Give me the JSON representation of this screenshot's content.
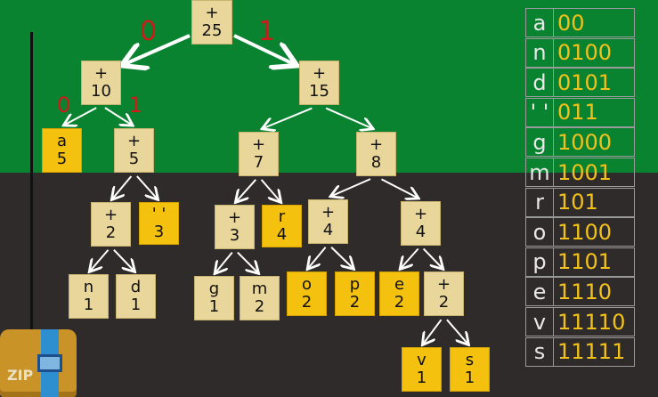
{
  "tree": {
    "nodes": [
      {
        "id": "root",
        "kind": "internal",
        "top": "+",
        "bottom": "25"
      },
      {
        "id": "n10",
        "kind": "internal",
        "top": "+",
        "bottom": "10"
      },
      {
        "id": "n15",
        "kind": "internal",
        "top": "+",
        "bottom": "15"
      },
      {
        "id": "a5",
        "kind": "leaf",
        "top": "a",
        "bottom": "5"
      },
      {
        "id": "n5",
        "kind": "internal",
        "top": "+",
        "bottom": "5"
      },
      {
        "id": "n7",
        "kind": "internal",
        "top": "+",
        "bottom": "7"
      },
      {
        "id": "n8",
        "kind": "internal",
        "top": "+",
        "bottom": "8"
      },
      {
        "id": "n2",
        "kind": "internal",
        "top": "+",
        "bottom": "2"
      },
      {
        "id": "sp3",
        "kind": "leaf",
        "top": "' '",
        "bottom": "3"
      },
      {
        "id": "n3",
        "kind": "internal",
        "top": "+",
        "bottom": "3"
      },
      {
        "id": "r4",
        "kind": "leaf",
        "top": "r",
        "bottom": "4"
      },
      {
        "id": "n4a",
        "kind": "internal",
        "top": "+",
        "bottom": "4"
      },
      {
        "id": "n4b",
        "kind": "internal",
        "top": "+",
        "bottom": "4"
      },
      {
        "id": "nn1",
        "kind": "internal",
        "top": "n",
        "bottom": "1"
      },
      {
        "id": "d1",
        "kind": "internal",
        "top": "d",
        "bottom": "1"
      },
      {
        "id": "g1",
        "kind": "internal",
        "top": "g",
        "bottom": "1"
      },
      {
        "id": "m2",
        "kind": "internal",
        "top": "m",
        "bottom": "2"
      },
      {
        "id": "o2",
        "kind": "leaf",
        "top": "o",
        "bottom": "2"
      },
      {
        "id": "p2",
        "kind": "leaf",
        "top": "p",
        "bottom": "2"
      },
      {
        "id": "e2",
        "kind": "leaf",
        "top": "e",
        "bottom": "2"
      },
      {
        "id": "n2b",
        "kind": "internal",
        "top": "+",
        "bottom": "2"
      },
      {
        "id": "v1",
        "kind": "leaf",
        "top": "v",
        "bottom": "1"
      },
      {
        "id": "s1",
        "kind": "leaf",
        "top": "s",
        "bottom": "1"
      }
    ],
    "edges": [
      [
        "root",
        "n10"
      ],
      [
        "root",
        "n15"
      ],
      [
        "n10",
        "a5"
      ],
      [
        "n10",
        "n5"
      ],
      [
        "n15",
        "n7"
      ],
      [
        "n15",
        "n8"
      ],
      [
        "n5",
        "n2"
      ],
      [
        "n5",
        "sp3"
      ],
      [
        "n7",
        "n3"
      ],
      [
        "n7",
        "r4"
      ],
      [
        "n8",
        "n4a"
      ],
      [
        "n8",
        "n4b"
      ],
      [
        "n2",
        "nn1"
      ],
      [
        "n2",
        "d1"
      ],
      [
        "n3",
        "g1"
      ],
      [
        "n3",
        "m2"
      ],
      [
        "n4a",
        "o2"
      ],
      [
        "n4a",
        "p2"
      ],
      [
        "n4b",
        "e2"
      ],
      [
        "n4b",
        "n2b"
      ],
      [
        "n2b",
        "v1"
      ],
      [
        "n2b",
        "s1"
      ]
    ],
    "bits": [
      {
        "id": "root-left",
        "text": "0"
      },
      {
        "id": "root-right",
        "text": "1"
      },
      {
        "id": "n10-left",
        "text": "0"
      },
      {
        "id": "n10-right",
        "text": "1"
      }
    ]
  },
  "code_table": [
    {
      "char": "a",
      "code": "00"
    },
    {
      "char": "n",
      "code": "0100"
    },
    {
      "char": "d",
      "code": "0101"
    },
    {
      "char": "' '",
      "code": "011"
    },
    {
      "char": "g",
      "code": "1000"
    },
    {
      "char": "m",
      "code": "1001"
    },
    {
      "char": "r",
      "code": "101"
    },
    {
      "char": "o",
      "code": "1100"
    },
    {
      "char": "p",
      "code": "1101"
    },
    {
      "char": "e",
      "code": "1110"
    },
    {
      "char": "v",
      "code": "11110"
    },
    {
      "char": "s",
      "code": "11111"
    }
  ],
  "zip": {
    "label": "ZIP"
  },
  "colors": {
    "green_background": "#0a8331",
    "dark_background": "#2f2b2b",
    "internal_node": "#e9d69a",
    "leaf_node": "#f5c10f",
    "bit_label": "#d01a1a",
    "code_text": "#f2c21a"
  }
}
